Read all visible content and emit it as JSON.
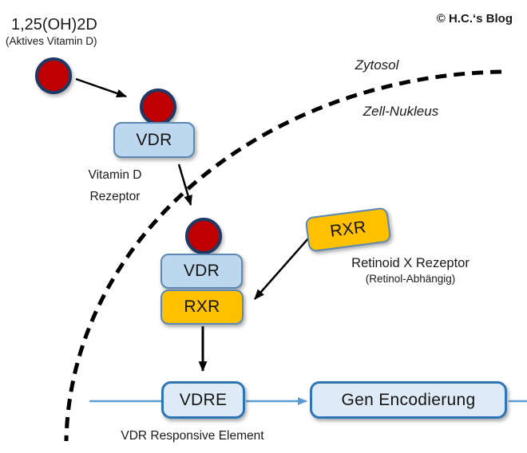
{
  "title_block": {
    "compound": "1,25(OH)2D",
    "compound_note": "(Aktives Vitamin D)"
  },
  "copyright": "© H.C.‘s Blog",
  "regions": {
    "cytosol": "Zytosol",
    "nucleus": "Zell-Nukleus"
  },
  "nodes": {
    "vdr_cytosol": {
      "label": "VDR",
      "caption_line1": "Vitamin D",
      "caption_line2": "Rezeptor"
    },
    "vdr_nucleus": {
      "label": "VDR"
    },
    "rxr_bound": {
      "label": "RXR"
    },
    "rxr_free": {
      "label": "RXR",
      "caption": "Retinoid X Rezeptor",
      "caption_note": "(Retinol-Abhängig)"
    },
    "vdre": {
      "label": "VDRE",
      "caption": "VDR Responsive Element"
    },
    "gene": {
      "label": "Gen Encodierung"
    }
  },
  "colors": {
    "ligand_fill": "#C00000",
    "ligand_border": "#1F3864",
    "vdr_fill": "#BDD7EE",
    "vdr_border": "#5B89B4",
    "rxr_fill": "#FFC000",
    "dna_box_fill": "#DEEBF7",
    "dna_box_border": "#2E75B6",
    "gene_line": "#5B9BD5",
    "membrane": "#000000"
  }
}
